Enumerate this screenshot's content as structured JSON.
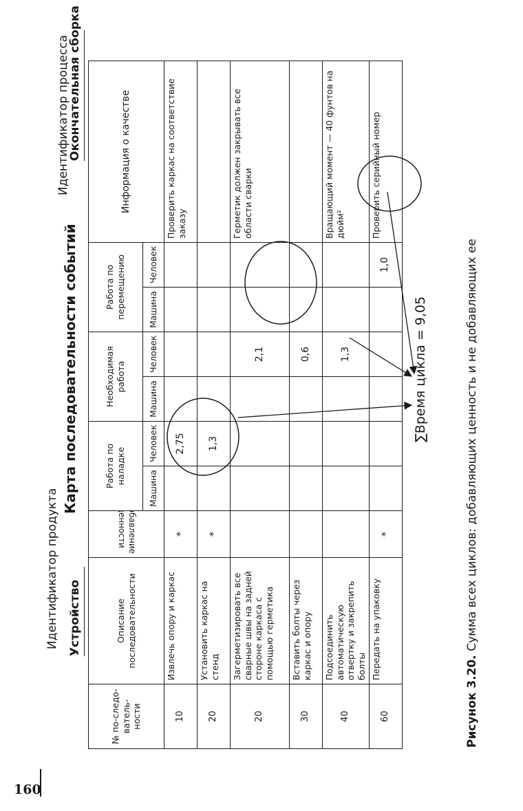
{
  "page_number": "160",
  "product": {
    "label": "Идентификатор продукта",
    "value": "Устройство"
  },
  "process": {
    "label": "Идентификатор процесса",
    "value": "Окончательная сборка"
  },
  "map_title": "Карта последовательности событий",
  "table": {
    "headers": {
      "seq_no": "№ по-следо-ватель-ности",
      "description": "Описание последовательности",
      "value_add": "Добавление ценности",
      "setup": "Работа по наладке",
      "required": "Необходимая работа",
      "movement": "Работа по перемещению",
      "quality": "Информация о качестве",
      "machine": "Машина",
      "human": "Человек"
    },
    "rows": [
      {
        "no": "10",
        "desc": "Извлечь опору и каркас",
        "va": "*",
        "setup_m": "",
        "setup_h": "2,75",
        "req_m": "",
        "req_h": "",
        "mov_m": "",
        "mov_h": "",
        "quality": "Проверить каркас на соответствие заказу"
      },
      {
        "no": "20",
        "desc": "Установить каркас на стенд",
        "va": "*",
        "setup_m": "",
        "setup_h": "1,3",
        "req_m": "",
        "req_h": "",
        "mov_m": "",
        "mov_h": "",
        "quality": ""
      },
      {
        "no": "20",
        "desc": "Загерметизировать все сварные швы на задней стороне каркаса с помощью герметика",
        "va": "",
        "setup_m": "",
        "setup_h": "",
        "req_m": "",
        "req_h": "2,1",
        "mov_m": "",
        "mov_h": "",
        "quality": "Герметик должен закрывать все области сварки"
      },
      {
        "no": "30",
        "desc": "Вставить болты через каркас и опору",
        "va": "",
        "setup_m": "",
        "setup_h": "",
        "req_m": "",
        "req_h": "0,6",
        "mov_m": "",
        "mov_h": "",
        "quality": ""
      },
      {
        "no": "40",
        "desc": "Подсоединить автоматическую отвертку и закрепить болты",
        "va": "",
        "setup_m": "",
        "setup_h": "",
        "req_m": "",
        "req_h": "1,3",
        "mov_m": "",
        "mov_h": "",
        "quality": "Вращающий момент — 40 фунтов на дюйм²"
      },
      {
        "no": "60",
        "desc": "Передать на упаковку",
        "va": "*",
        "setup_m": "",
        "setup_h": "",
        "req_m": "",
        "req_h": "",
        "mov_m": "",
        "mov_h": "1,0",
        "quality": "Проверить серийный номер"
      }
    ]
  },
  "sum_label": "∑Время цикла = 9,05",
  "caption": {
    "label": "Рисунок 3.20.",
    "text": "Сумма всех циклов: добавляющих ценность и не добавляющих ее"
  }
}
